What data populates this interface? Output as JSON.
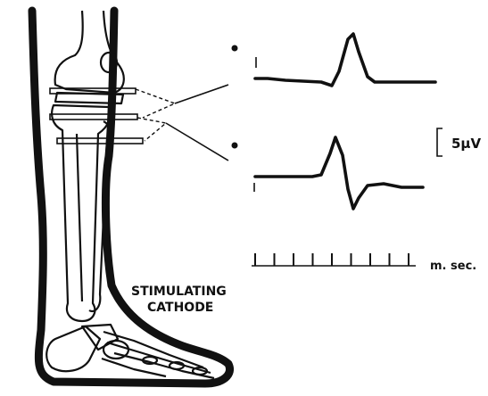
{
  "labels": {
    "scale_value": "5μV",
    "time_unit": "m. sec.",
    "cathode_line1": "STIMULATING",
    "cathode_line2": "CATHODE"
  },
  "time_scale": {
    "tick_count": 9
  }
}
